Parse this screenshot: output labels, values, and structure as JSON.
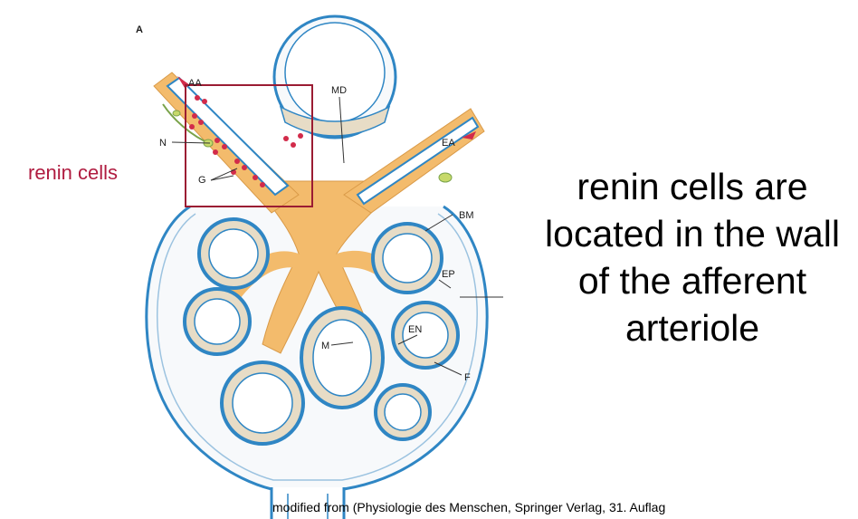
{
  "diagram": {
    "panel_label": "A",
    "labels": {
      "aa": "AA",
      "md": "MD",
      "n": "N",
      "g": "G",
      "ea": "EA",
      "bm": "BM",
      "ep": "EP",
      "en": "EN",
      "m": "M",
      "f": "F"
    }
  },
  "annotation": {
    "highlight_label": "renin cells",
    "highlight_color": "#b01c40",
    "statement": "renin cells are located in the wall of the afferent arteriole"
  },
  "source": {
    "citation": "modified from (Physiologie des Menschen, Springer Verlag, 31. Auflag"
  },
  "colors": {
    "membrane": "#2f86c4",
    "mesangium": "#f3bb6c",
    "tissue": "#e7dcc6",
    "granule": "#d22b4a"
  }
}
